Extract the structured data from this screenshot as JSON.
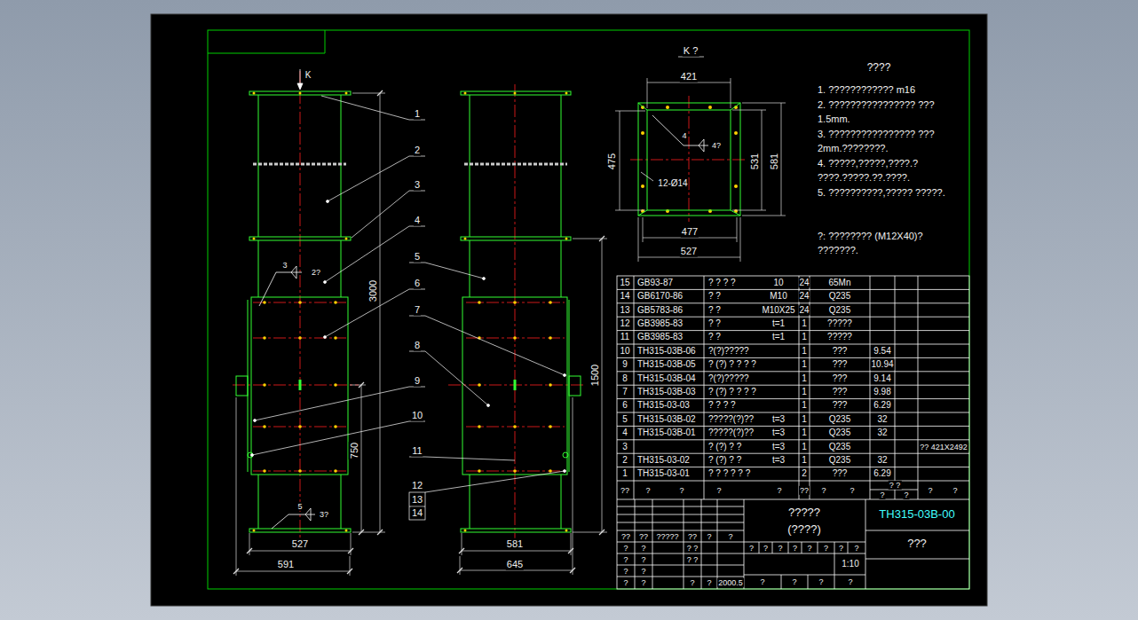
{
  "diagram": {
    "labels": [
      "K",
      "1",
      "2",
      "3",
      "4",
      "5",
      "6",
      "7",
      "8",
      "9",
      "10",
      "11",
      "12",
      "13",
      "14",
      "3",
      "2?",
      "5",
      "3?",
      "3000",
      "750",
      "527",
      "591",
      "1500",
      "581",
      "645",
      "K ?",
      "421",
      "475",
      "531",
      "581",
      "12-Ø14",
      "4",
      "4?",
      "477",
      "527",
      "????",
      "1. ???????????? m16",
      "2. ???????????????? ??? 1.5mm.",
      "3. ???????????????? ??? 2mm.????????.",
      "4. ?????,?????,????.? ????.?????.??.????.",
      "5. ??????????,????? ?????.",
      "?: ???????? (M12X40)? ???????.",
      "15",
      "GB93-87",
      "? ? ? ?",
      "10",
      "24",
      "65Mn",
      "14",
      "GB6170-86",
      "? ?",
      "M10",
      "24",
      "Q235",
      "13",
      "GB5783-86",
      "? ?",
      "M10X25",
      "24",
      "Q235",
      "12",
      "GB3985-83",
      "? ?",
      "t=1",
      "1",
      "?????",
      "11",
      "GB3985-83",
      "? ?",
      "t=1",
      "1",
      "?????",
      "10",
      "TH315-03B-06",
      "?(?)?????",
      "1",
      "???",
      "9.54",
      "9",
      "TH315-03B-05",
      "? (?) ? ? ? ?",
      "1",
      "???",
      "10.94",
      "8",
      "TH315-03B-04",
      "?(?)?????",
      "1",
      "???",
      "9.14",
      "7",
      "TH315-03B-03",
      "? (?) ? ? ? ?",
      "1",
      "???",
      "9.98",
      "6",
      "TH315-03-03",
      "? ? ? ?",
      "1",
      "???",
      "6.29",
      "5",
      "TH315-03B-02",
      "?????(?)??",
      "t=3",
      "1",
      "Q235",
      "32",
      "4",
      "TH315-03B-01",
      "?????(?)??",
      "t=3",
      "1",
      "Q235",
      "32",
      "3",
      "? (?) ? ?",
      "t=3",
      "1",
      "Q235",
      "?? 421X2492",
      "2",
      "TH315-03-02",
      "? (?) ? ?",
      "t=3",
      "1",
      "Q235",
      "32",
      "1",
      "TH315-03-01",
      "? ? ? ? ? ?",
      "2",
      "???",
      "6.29",
      "??",
      "?",
      "?",
      "?",
      "?",
      "??",
      "?",
      "?",
      "? ?",
      "?",
      "?",
      "?",
      "?",
      "??",
      "??",
      "?????",
      "??",
      "?",
      "?",
      "?",
      "?",
      "? ?",
      "?",
      "?",
      "? ?",
      "?",
      "?",
      "?",
      "?",
      "?",
      "?",
      "2000.5",
      "?????",
      "(????)",
      "?",
      "?",
      "?",
      "?",
      "?",
      "?",
      "?",
      "?",
      "1:10",
      "?",
      "?",
      "?",
      "?",
      "TH315-03B-00",
      "???"
    ]
  }
}
